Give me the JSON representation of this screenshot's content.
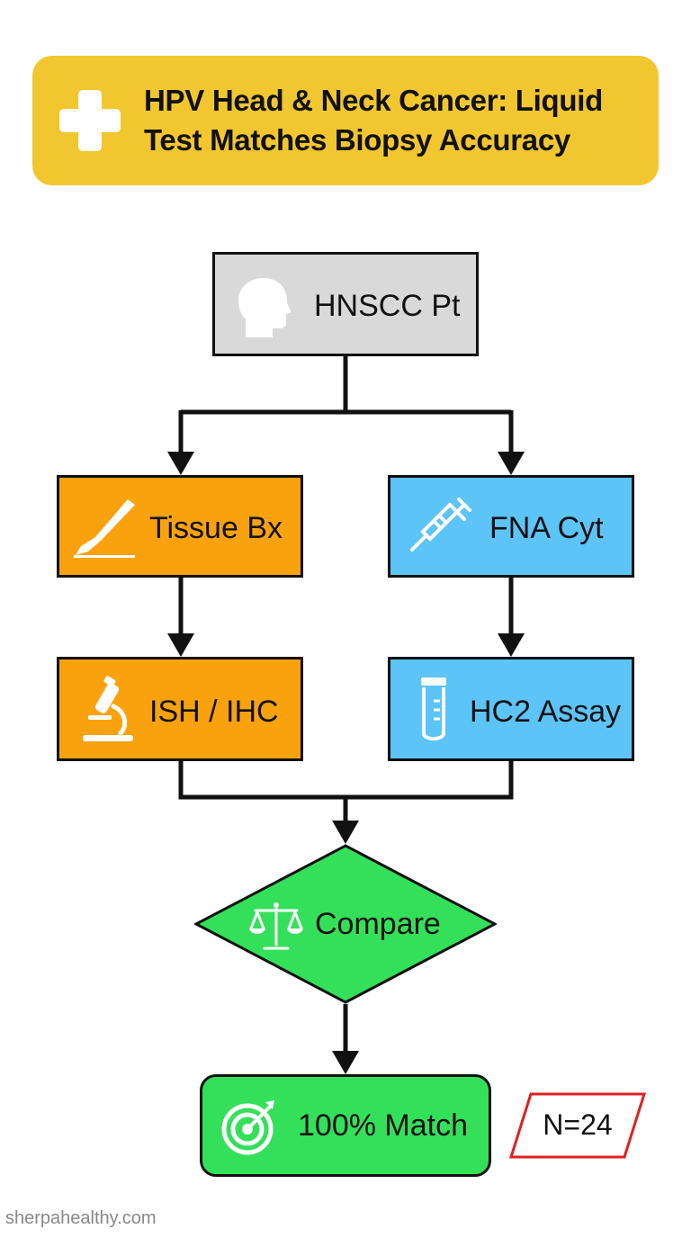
{
  "header": {
    "title": "HPV Head & Neck Cancer: Liquid Test Matches Biopsy Accuracy",
    "icon": "plus-icon",
    "background": "#f2c62f"
  },
  "nodes": {
    "patient": {
      "label": "HNSCC Pt",
      "icon": "head-icon",
      "color": "#d9d9d9"
    },
    "tissue_biopsy": {
      "label": "Tissue Bx",
      "icon": "scalpel-icon",
      "color": "#f9a20e"
    },
    "fna_cytology": {
      "label": "FNA Cyt",
      "icon": "syringe-icon",
      "color": "#5cc4f7"
    },
    "ish_ihc": {
      "label": "ISH / IHC",
      "icon": "microscope-icon",
      "color": "#f9a20e"
    },
    "hc2_assay": {
      "label": "HC2 Assay",
      "icon": "test-tube-icon",
      "color": "#5cc4f7"
    },
    "compare": {
      "label": "Compare",
      "icon": "balance-scale-icon",
      "color": "#34e05a"
    },
    "result": {
      "label": "100% Match",
      "icon": "target-icon",
      "color": "#34e05a"
    }
  },
  "sample_size": {
    "label": "N=24",
    "border_color": "#e02020"
  },
  "footer": {
    "text": "sherpahealthy.com"
  }
}
